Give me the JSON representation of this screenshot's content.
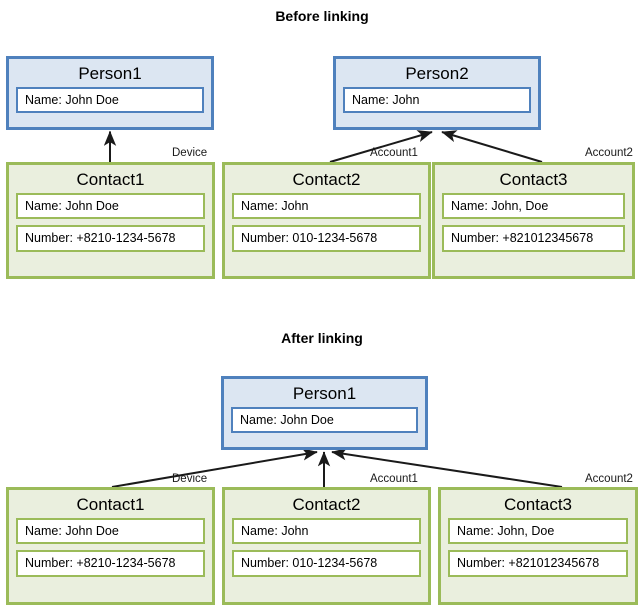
{
  "sections": [
    {
      "title": "Before linking",
      "persons": [
        {
          "title": "Person1",
          "fields": [
            {
              "label": "Name:",
              "value": "John Doe"
            }
          ]
        },
        {
          "title": "Person2",
          "fields": [
            {
              "label": "Name:",
              "value": "John"
            }
          ]
        }
      ],
      "contacts": [
        {
          "title": "Contact1",
          "fields": [
            {
              "label": "Name:",
              "value": "John Doe"
            },
            {
              "label": "Number:",
              "value": "+8210-1234-5678"
            }
          ]
        },
        {
          "title": "Contact2",
          "fields": [
            {
              "label": "Name:",
              "value": "John"
            },
            {
              "label": "Number:",
              "value": "010-1234-5678"
            }
          ]
        },
        {
          "title": "Contact3",
          "fields": [
            {
              "label": "Name:",
              "value": "John, Doe"
            },
            {
              "label": "Number:",
              "value": "+821012345678"
            }
          ]
        }
      ],
      "edge_labels": [
        "Device",
        "Account1",
        "Account2"
      ]
    },
    {
      "title": "After linking",
      "persons": [
        {
          "title": "Person1",
          "fields": [
            {
              "label": "Name:",
              "value": "John Doe"
            }
          ]
        }
      ],
      "contacts": [
        {
          "title": "Contact1",
          "fields": [
            {
              "label": "Name:",
              "value": "John Doe"
            },
            {
              "label": "Number:",
              "value": "+8210-1234-5678"
            }
          ]
        },
        {
          "title": "Contact2",
          "fields": [
            {
              "label": "Name:",
              "value": "John"
            },
            {
              "label": "Number:",
              "value": "010-1234-5678"
            }
          ]
        },
        {
          "title": "Contact3",
          "fields": [
            {
              "label": "Name:",
              "value": "John, Doe"
            },
            {
              "label": "Number:",
              "value": "+821012345678"
            }
          ]
        }
      ],
      "edge_labels": [
        "Device",
        "Account1",
        "Account2"
      ]
    }
  ],
  "colors": {
    "person_border": "#4F81BD",
    "person_fill": "#DCE6F2",
    "contact_border": "#9BBB59",
    "contact_fill": "#EAEFDE",
    "arrow": "#1A1A1A",
    "background": "#FFFFFF"
  }
}
